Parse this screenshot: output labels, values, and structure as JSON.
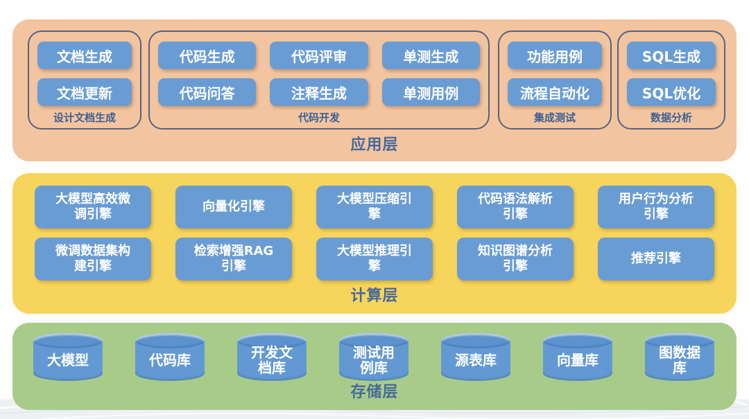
{
  "colors": {
    "application_bg": "#F2C4A0",
    "compute_bg": "#F7D45C",
    "storage_bg": "#A9CB89",
    "box_blue": "#6A9CD4",
    "label_navy": "#46699C"
  },
  "layers": {
    "application": {
      "label": "应用层",
      "groups": [
        {
          "label": "设计文档生成",
          "items": [
            "文档生成",
            "文档更新"
          ]
        },
        {
          "label": "代码开发",
          "items": [
            "代码生成",
            "代码评审",
            "单测生成",
            "代码问答",
            "注释生成",
            "单测用例"
          ]
        },
        {
          "label": "集成测试",
          "items": [
            "功能用例",
            "流程自动化"
          ]
        },
        {
          "label": "数据分析",
          "items": [
            "SQL生成",
            "SQL优化"
          ]
        }
      ]
    },
    "compute": {
      "label": "计算层",
      "engines": [
        "大模型高效微\n调引擎",
        "向量化引擎",
        "大模型压缩引\n擎",
        "代码语法解析\n引擎",
        "用户行为分析\n引擎",
        "微调数据集构\n建引擎",
        "检索增强RAG\n引擎",
        "大模型推理引\n擎",
        "知识图谱分析\n引擎",
        "推荐引擎"
      ]
    },
    "storage": {
      "label": "存储层",
      "stores": [
        "大模型",
        "代码库",
        "开发文\n档库",
        "测试用\n例库",
        "源表库",
        "向量库",
        "图数据\n库"
      ]
    }
  }
}
